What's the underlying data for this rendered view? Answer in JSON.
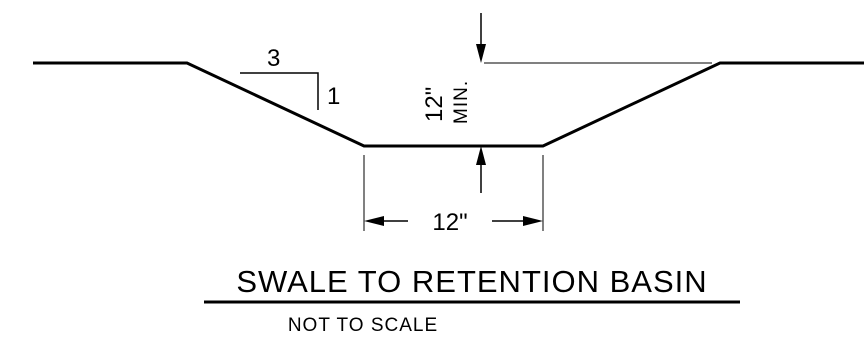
{
  "slope": {
    "run": "3",
    "rise": "1"
  },
  "depth_dimension": {
    "value": "12\"",
    "note": "MIN."
  },
  "bottom_width_dimension": {
    "value": "12\""
  },
  "title": "SWALE TO RETENTION BASIN",
  "subtitle": "NOT TO SCALE",
  "colors": {
    "line": "#000000",
    "background": "#ffffff"
  }
}
